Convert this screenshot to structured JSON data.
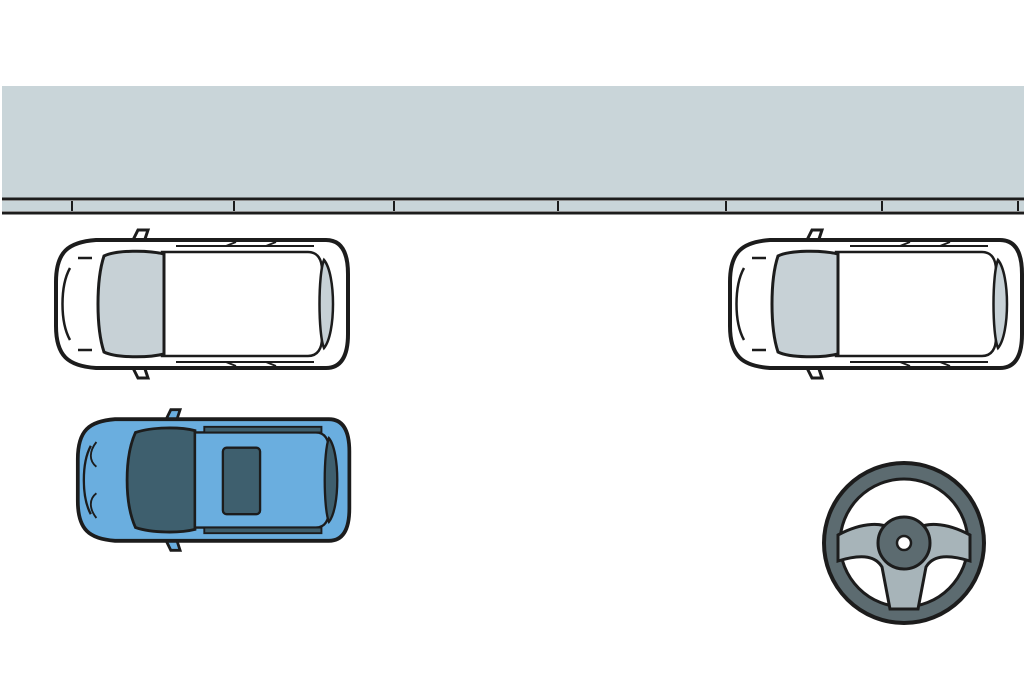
{
  "scene": {
    "sidewalk_color": "#c9d5d9",
    "curb_color": "#1c1c1c",
    "ego_car_color": "#6aaedf",
    "ego_car_dark_color": "#3e5f6e",
    "parked_car_color": "#ffffff",
    "parked_glass_color": "#c7d1d6",
    "wheel_color": "#5c6b70",
    "wheel_light_color": "#a7b4b9"
  },
  "elements": [
    {
      "id": "parked-car-front",
      "role": "parked vehicle ahead"
    },
    {
      "id": "parked-car-rear",
      "role": "parked vehicle behind"
    },
    {
      "id": "ego-car",
      "role": "own vehicle, highlighted blue"
    },
    {
      "id": "steering-wheel-icon",
      "role": "steering wheel in neutral position"
    }
  ]
}
